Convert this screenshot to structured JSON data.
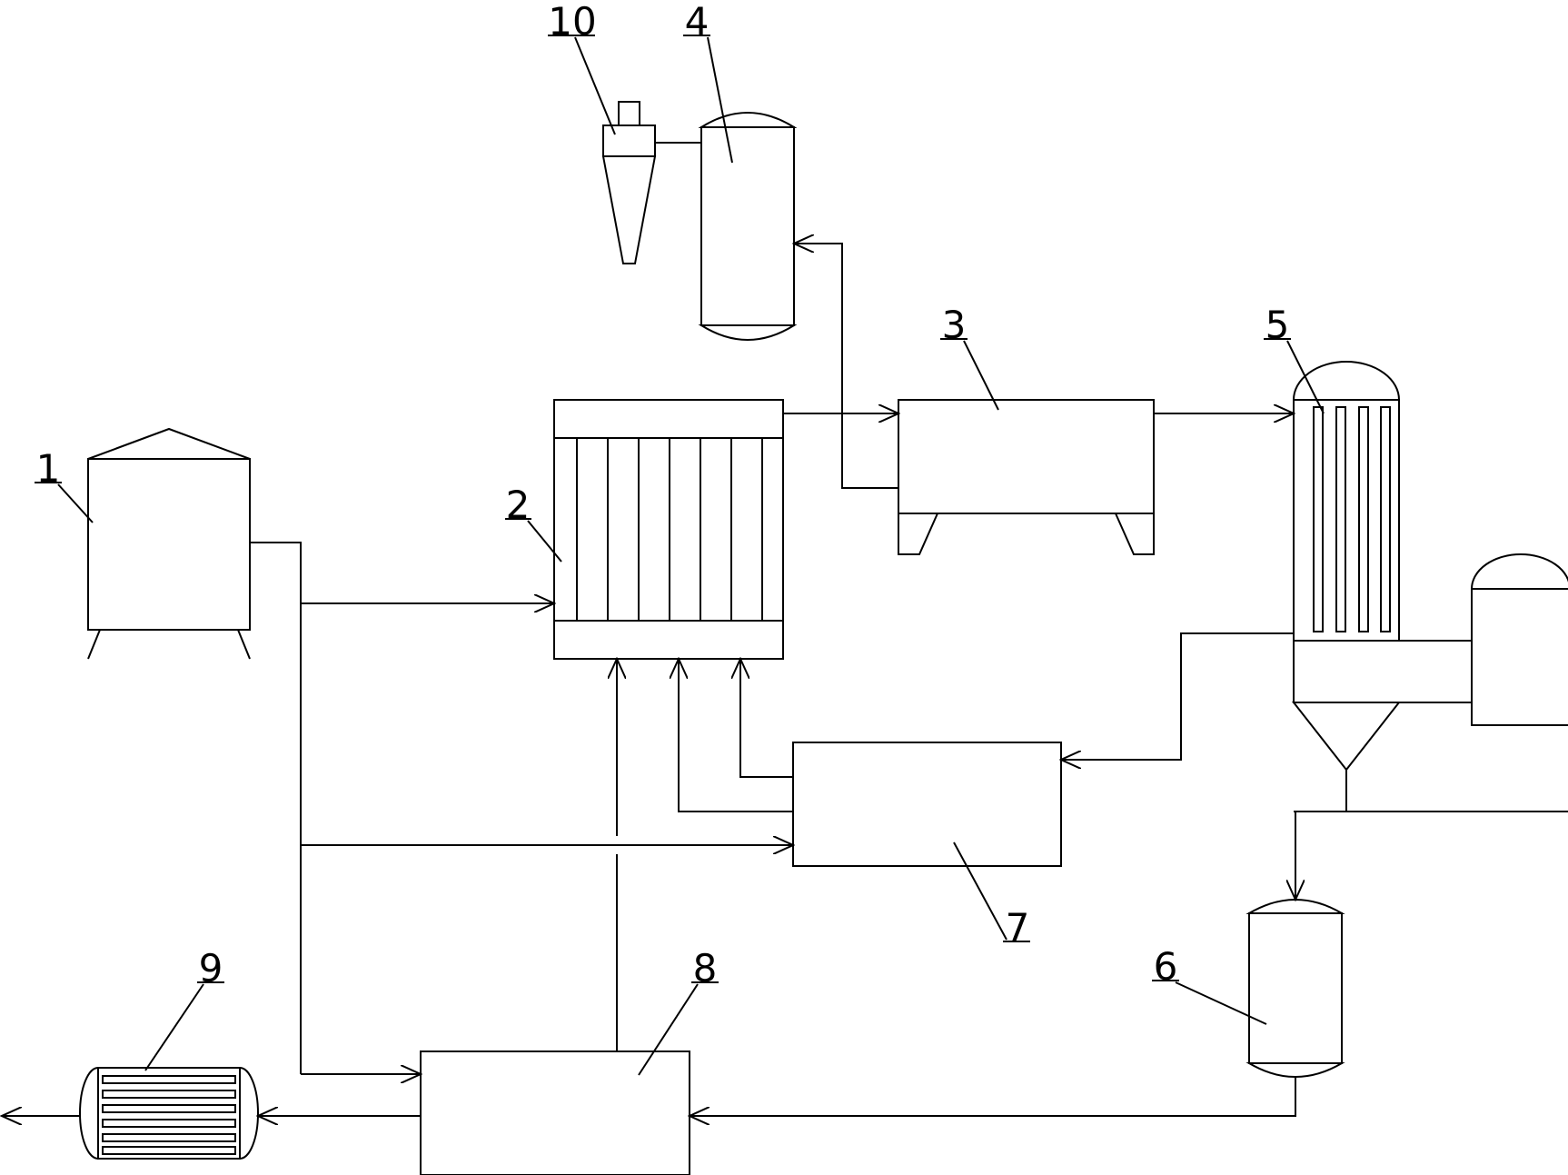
{
  "components": [
    {
      "id": "tank-1",
      "label": "1"
    },
    {
      "id": "exchanger-2",
      "label": "2"
    },
    {
      "id": "unit-3",
      "label": "3"
    },
    {
      "id": "vessel-4",
      "label": "4"
    },
    {
      "id": "evaporator-5",
      "label": "5"
    },
    {
      "id": "vessel-6",
      "label": "6"
    },
    {
      "id": "unit-7",
      "label": "7"
    },
    {
      "id": "unit-8",
      "label": "8"
    },
    {
      "id": "cooler-9",
      "label": "9"
    },
    {
      "id": "cyclone-10",
      "label": "10"
    }
  ],
  "colors": {
    "line": "#000000",
    "background": "#ffffff"
  }
}
